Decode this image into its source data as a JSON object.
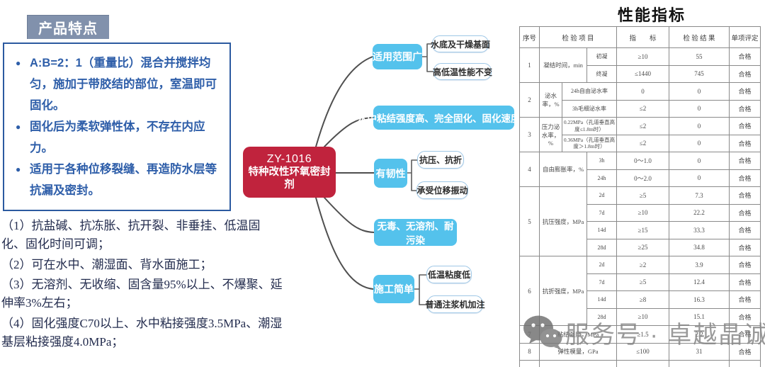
{
  "left_panel": {
    "header": "产品特点",
    "features": [
      "A:B=2：1（重量比）混合并搅拌均匀，施加于带胶结的部位，室温即可固化。",
      "固化后为柔软弹性体，不存在内应力。",
      "适用于各种位移裂缝、再造防水层等抗漏及密封。"
    ],
    "notes": [
      "（1）抗盐碱、抗冻胀、抗开裂、非垂挂、低温固化、固化时间可调；",
      "（2）可在水中、潮湿面、背水面施工；",
      "（3）无溶剂、无收缩、固含量95%以上、不爆聚、延伸率3%左右；",
      "（4）固化强度C70以上、水中粘接强度3.5MPa、潮湿基层粘接强度4.0MPa；"
    ]
  },
  "mindmap": {
    "center": {
      "title": "ZY-1016",
      "subtitle": "特种改性环氧密封剂"
    },
    "branches": [
      {
        "label": "适用范围广",
        "children": [
          "水底及干燥基面",
          "高低温性能不变"
        ]
      },
      {
        "label": "水中粘结强度高、完全固化、固化速度快",
        "children": []
      },
      {
        "label": "有韧性",
        "children": [
          "抗压、抗折",
          "承受位移振动"
        ]
      },
      {
        "label": "无毒、无溶剂、耐污染",
        "children": []
      },
      {
        "label": "施工简单",
        "children": [
          "低温粘度低",
          "普通注浆机加注"
        ]
      }
    ]
  },
  "table": {
    "title": "性能指标",
    "headers": {
      "no": "序号",
      "item": "检 验 项 目",
      "spec": "指　　标",
      "result": "检 验 结 果",
      "verdict": "单项评定"
    },
    "rows": [
      {
        "no": "1",
        "item": "凝结时间，min",
        "sub": "初凝",
        "spec": "≥10",
        "result": "55",
        "verdict": "合格"
      },
      {
        "sub": "终凝",
        "spec": "≤1440",
        "result": "745",
        "verdict": "合格"
      },
      {
        "no": "2",
        "item": "泌水率，%",
        "sub": "24h自由泌水率",
        "spec": "0",
        "result": "0",
        "verdict": "合格"
      },
      {
        "sub": "3h毛细泌水率",
        "spec": "≤2",
        "result": "0",
        "verdict": "合格"
      },
      {
        "no": "3",
        "item": "压力泌水率，%",
        "sub": "0.22MPa（孔道垂直高度≤1.8m时）",
        "spec": "≤2",
        "result": "0",
        "verdict": "合格"
      },
      {
        "sub": "0.36MPa（孔道垂直高度＞1.8m时）",
        "spec": "≤2",
        "result": "0",
        "verdict": "合格"
      },
      {
        "no": "4",
        "item": "自由膨胀率，%",
        "sub": "3h",
        "spec": "0～1.0",
        "result": "0",
        "verdict": "合格"
      },
      {
        "sub": "24h",
        "spec": "0～2.0",
        "result": "0",
        "verdict": "合格"
      },
      {
        "no": "5",
        "item": "抗压强度，MPa",
        "sub": "2d",
        "spec": "≥5",
        "result": "7.3",
        "verdict": "合格"
      },
      {
        "sub": "7d",
        "spec": "≥10",
        "result": "22.2",
        "verdict": "合格"
      },
      {
        "sub": "14d",
        "spec": "≥15",
        "result": "33.3",
        "verdict": "合格"
      },
      {
        "sub": "28d",
        "spec": "≥25",
        "result": "34.8",
        "verdict": "合格"
      },
      {
        "no": "6",
        "item": "抗折强度，MPa",
        "sub": "2d",
        "spec": "≥2",
        "result": "3.9",
        "verdict": "合格"
      },
      {
        "sub": "7d",
        "spec": "≥5",
        "result": "12.4",
        "verdict": "合格"
      },
      {
        "sub": "14d",
        "spec": "≥8",
        "result": "16.3",
        "verdict": "合格"
      },
      {
        "sub": "28d",
        "spec": "≥10",
        "result": "15.1",
        "verdict": "合格"
      },
      {
        "no": "7",
        "item": "粘结强度，MPa",
        "spec": "≥1.5",
        "result": "2.2",
        "verdict": "合格"
      },
      {
        "no": "8",
        "item": "弹性模量，GPa",
        "spec": "≤100",
        "result": "31",
        "verdict": "合格"
      }
    ]
  },
  "watermark": {
    "icon": "wechat-service-icon",
    "text": "服务号 · 卓越晶诚"
  },
  "colors": {
    "branch_node_blue": "#54c2ec",
    "center_node_red": "#c0233d",
    "section_header_gray": "#8191ac",
    "feature_text_blue": "#2e5ea9",
    "subnode_border_blue": "#9ec7e6",
    "connector_gray": "#4f4f4f",
    "watermark_gray": "#858585"
  }
}
